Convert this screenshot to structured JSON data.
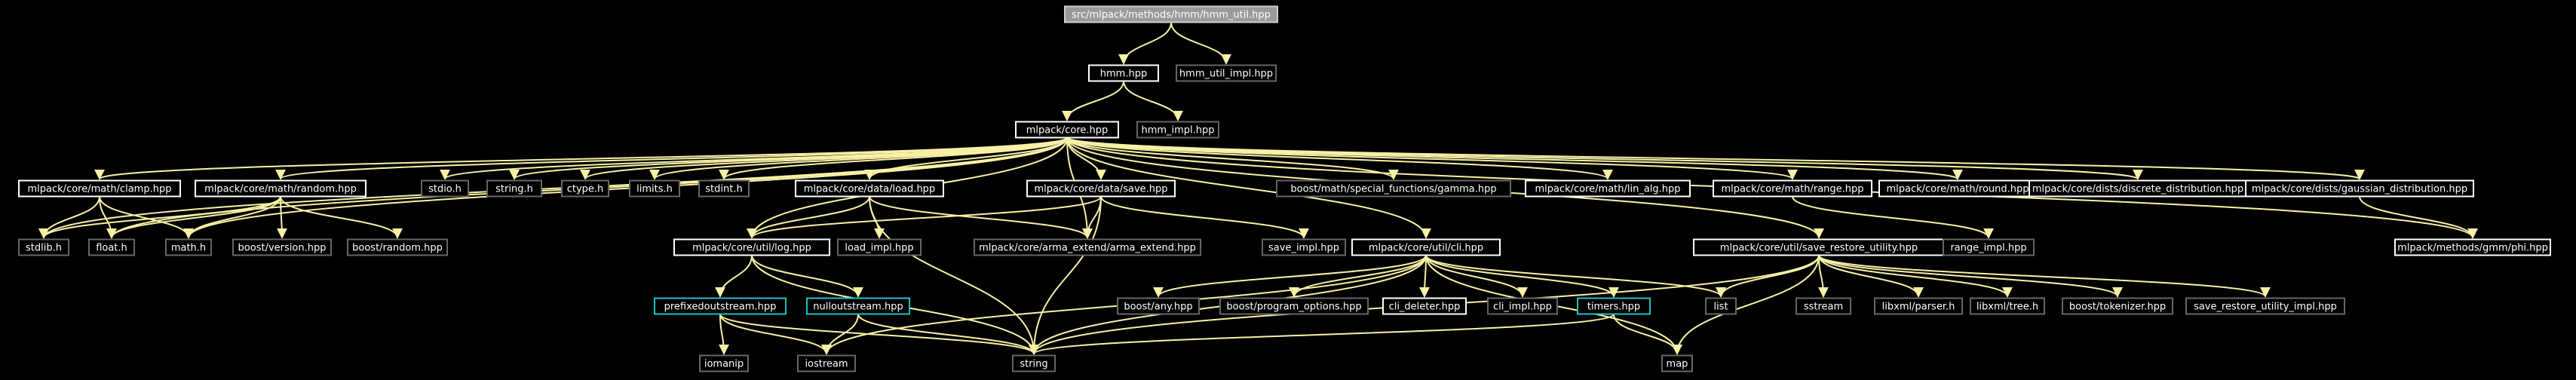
{
  "diagram": {
    "type": "dependency-graph",
    "colors": {
      "background": "#000000",
      "edge": "#f7f1a6",
      "root_fill": "#9a9a9a",
      "root_border": "#cfcfcf",
      "root_text": "#ffffff",
      "documented_border": "#ffffff",
      "missing_border": "#666666",
      "cyclic_border": "#1ec0c0",
      "node_text": "#ffffff"
    },
    "nodes": [
      {
        "id": "root",
        "label": "src/mlpack/methods/hmm/hmm_util.hpp",
        "kind": "root"
      },
      {
        "id": "hmm",
        "label": "hmm.hpp",
        "kind": "doc"
      },
      {
        "id": "hmm_util_impl",
        "label": "hmm_util_impl.hpp",
        "kind": "missing"
      },
      {
        "id": "core",
        "label": "mlpack/core.hpp",
        "kind": "doc"
      },
      {
        "id": "hmm_impl",
        "label": "hmm_impl.hpp",
        "kind": "missing"
      },
      {
        "id": "clamp",
        "label": "mlpack/core/math/clamp.hpp",
        "kind": "doc"
      },
      {
        "id": "random",
        "label": "mlpack/core/math/random.hpp",
        "kind": "doc"
      },
      {
        "id": "stdio",
        "label": "stdio.h",
        "kind": "missing"
      },
      {
        "id": "string_h",
        "label": "string.h",
        "kind": "missing"
      },
      {
        "id": "ctype",
        "label": "ctype.h",
        "kind": "missing"
      },
      {
        "id": "limits",
        "label": "limits.h",
        "kind": "missing"
      },
      {
        "id": "stdint",
        "label": "stdint.h",
        "kind": "missing"
      },
      {
        "id": "load",
        "label": "mlpack/core/data/load.hpp",
        "kind": "doc"
      },
      {
        "id": "save",
        "label": "mlpack/core/data/save.hpp",
        "kind": "doc"
      },
      {
        "id": "gamma",
        "label": "boost/math/special_functions/gamma.hpp",
        "kind": "missing"
      },
      {
        "id": "linalg",
        "label": "mlpack/core/math/lin_alg.hpp",
        "kind": "doc"
      },
      {
        "id": "range",
        "label": "mlpack/core/math/range.hpp",
        "kind": "doc"
      },
      {
        "id": "round",
        "label": "mlpack/core/math/round.hpp",
        "kind": "doc"
      },
      {
        "id": "discrete",
        "label": "mlpack/core/dists/discrete_distribution.hpp",
        "kind": "doc"
      },
      {
        "id": "gaussian",
        "label": "mlpack/core/dists/gaussian_distribution.hpp",
        "kind": "doc"
      },
      {
        "id": "stdlib",
        "label": "stdlib.h",
        "kind": "missing"
      },
      {
        "id": "float",
        "label": "float.h",
        "kind": "missing"
      },
      {
        "id": "math",
        "label": "math.h",
        "kind": "missing"
      },
      {
        "id": "bversion",
        "label": "boost/version.hpp",
        "kind": "missing"
      },
      {
        "id": "brandom",
        "label": "boost/random.hpp",
        "kind": "missing"
      },
      {
        "id": "log",
        "label": "mlpack/core/util/log.hpp",
        "kind": "doc"
      },
      {
        "id": "load_impl",
        "label": "load_impl.hpp",
        "kind": "missing"
      },
      {
        "id": "arma_extend",
        "label": "mlpack/core/arma_extend/arma_extend.hpp",
        "kind": "missing"
      },
      {
        "id": "save_impl",
        "label": "save_impl.hpp",
        "kind": "missing"
      },
      {
        "id": "cli",
        "label": "mlpack/core/util/cli.hpp",
        "kind": "doc"
      },
      {
        "id": "sru",
        "label": "mlpack/core/util/save_restore_utility.hpp",
        "kind": "doc"
      },
      {
        "id": "range_impl",
        "label": "range_impl.hpp",
        "kind": "missing"
      },
      {
        "id": "phi",
        "label": "mlpack/methods/gmm/phi.hpp",
        "kind": "doc"
      },
      {
        "id": "prefixed",
        "label": "prefixedoutstream.hpp",
        "kind": "cyclic"
      },
      {
        "id": "nullout",
        "label": "nulloutstream.hpp",
        "kind": "cyclic"
      },
      {
        "id": "bany",
        "label": "boost/any.hpp",
        "kind": "missing"
      },
      {
        "id": "bpo",
        "label": "boost/program_options.hpp",
        "kind": "missing"
      },
      {
        "id": "clideleter",
        "label": "cli_deleter.hpp",
        "kind": "doc"
      },
      {
        "id": "cliimpl",
        "label": "cli_impl.hpp",
        "kind": "missing"
      },
      {
        "id": "timers",
        "label": "timers.hpp",
        "kind": "cyclic"
      },
      {
        "id": "list",
        "label": "list",
        "kind": "missing"
      },
      {
        "id": "sstream",
        "label": "sstream",
        "kind": "missing"
      },
      {
        "id": "libxmlparser",
        "label": "libxml/parser.h",
        "kind": "missing"
      },
      {
        "id": "libxmltree",
        "label": "libxml/tree.h",
        "kind": "missing"
      },
      {
        "id": "btok",
        "label": "boost/tokenizer.hpp",
        "kind": "missing"
      },
      {
        "id": "sru_impl",
        "label": "save_restore_utility_impl.hpp",
        "kind": "missing"
      },
      {
        "id": "iomanip",
        "label": "iomanip",
        "kind": "missing"
      },
      {
        "id": "iostream",
        "label": "iostream",
        "kind": "missing"
      },
      {
        "id": "string",
        "label": "string",
        "kind": "missing"
      },
      {
        "id": "map",
        "label": "map",
        "kind": "missing"
      }
    ],
    "edges": [
      [
        "root",
        "hmm"
      ],
      [
        "root",
        "hmm_util_impl"
      ],
      [
        "hmm",
        "core"
      ],
      [
        "hmm",
        "hmm_impl"
      ],
      [
        "core",
        "clamp"
      ],
      [
        "core",
        "random"
      ],
      [
        "core",
        "stdio"
      ],
      [
        "core",
        "string_h"
      ],
      [
        "core",
        "ctype"
      ],
      [
        "core",
        "limits"
      ],
      [
        "core",
        "stdint"
      ],
      [
        "core",
        "load"
      ],
      [
        "core",
        "save"
      ],
      [
        "core",
        "gamma"
      ],
      [
        "core",
        "linalg"
      ],
      [
        "core",
        "range"
      ],
      [
        "core",
        "round"
      ],
      [
        "core",
        "discrete"
      ],
      [
        "core",
        "gaussian"
      ],
      [
        "core",
        "stdlib"
      ],
      [
        "core",
        "float"
      ],
      [
        "core",
        "math"
      ],
      [
        "core",
        "log"
      ],
      [
        "core",
        "arma_extend"
      ],
      [
        "core",
        "cli"
      ],
      [
        "core",
        "sru"
      ],
      [
        "core",
        "phi"
      ],
      [
        "clamp",
        "stdlib"
      ],
      [
        "clamp",
        "float"
      ],
      [
        "clamp",
        "math"
      ],
      [
        "random",
        "stdlib"
      ],
      [
        "random",
        "float"
      ],
      [
        "random",
        "math"
      ],
      [
        "random",
        "bversion"
      ],
      [
        "random",
        "brandom"
      ],
      [
        "load",
        "log"
      ],
      [
        "load",
        "load_impl"
      ],
      [
        "load",
        "arma_extend"
      ],
      [
        "load",
        "string"
      ],
      [
        "save",
        "log"
      ],
      [
        "save",
        "save_impl"
      ],
      [
        "save",
        "arma_extend"
      ],
      [
        "save",
        "string"
      ],
      [
        "range",
        "range_impl"
      ],
      [
        "gaussian",
        "phi"
      ],
      [
        "log",
        "prefixed"
      ],
      [
        "log",
        "nullout"
      ],
      [
        "log",
        "string"
      ],
      [
        "prefixed",
        "iomanip"
      ],
      [
        "prefixed",
        "iostream"
      ],
      [
        "prefixed",
        "string"
      ],
      [
        "nullout",
        "iostream"
      ],
      [
        "nullout",
        "string"
      ],
      [
        "cli",
        "bany"
      ],
      [
        "cli",
        "bpo"
      ],
      [
        "cli",
        "clideleter"
      ],
      [
        "cli",
        "cliimpl"
      ],
      [
        "cli",
        "timers"
      ],
      [
        "cli",
        "list"
      ],
      [
        "cli",
        "map"
      ],
      [
        "cli",
        "iostream"
      ],
      [
        "cli",
        "string"
      ],
      [
        "timers",
        "map"
      ],
      [
        "timers",
        "string"
      ],
      [
        "sru",
        "list"
      ],
      [
        "sru",
        "sstream"
      ],
      [
        "sru",
        "libxmlparser"
      ],
      [
        "sru",
        "libxmltree"
      ],
      [
        "sru",
        "btok"
      ],
      [
        "sru",
        "sru_impl"
      ],
      [
        "sru",
        "map"
      ],
      [
        "sru",
        "string"
      ]
    ]
  }
}
